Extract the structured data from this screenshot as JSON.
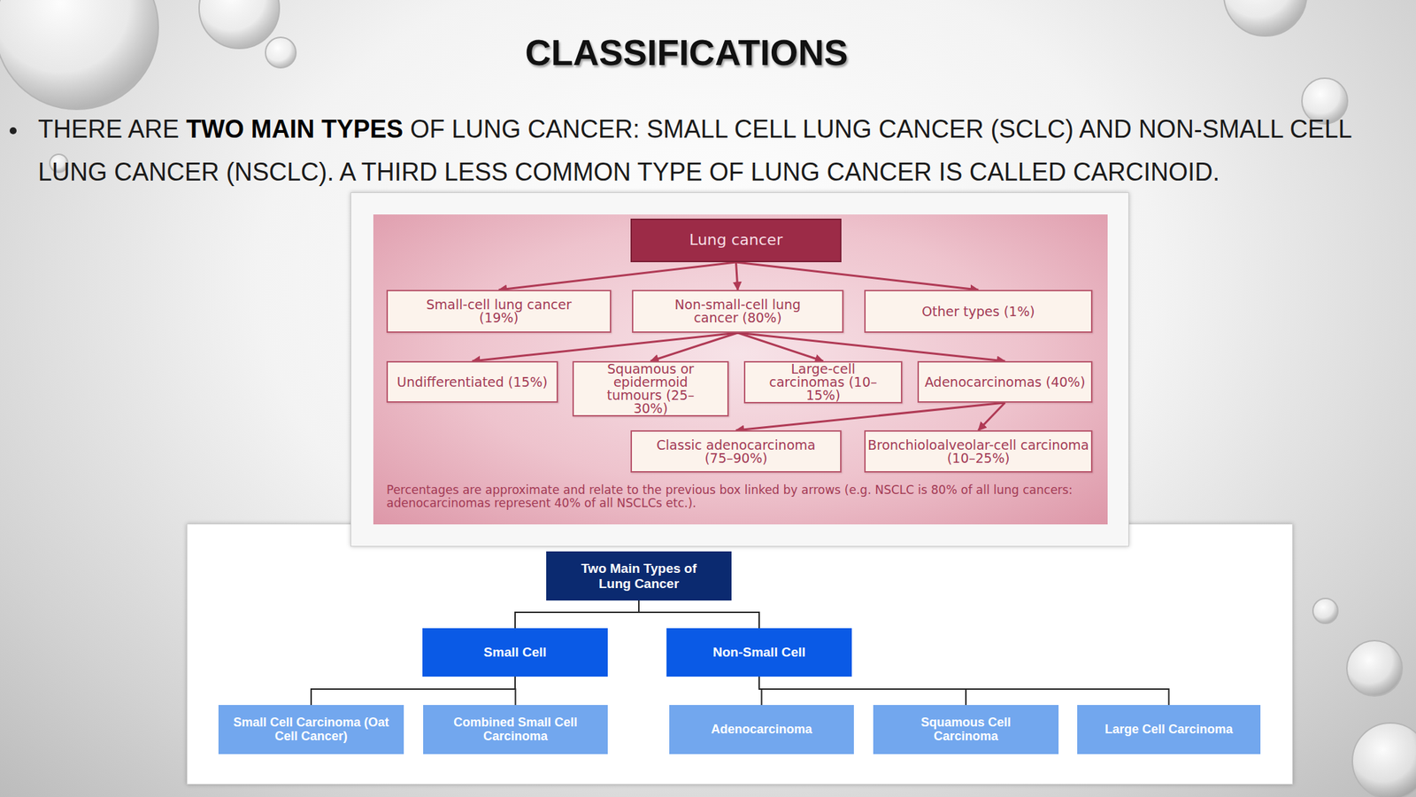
{
  "diagram": {
    "title": "CLASSIFICATIONS",
    "nodes": [
      {
        "text": [
          "Lung cancer"
        ]
      },
      {
        "text": [
          "Small-cell lung cancer (19%)"
        ]
      },
      {
        "text": [
          "Non-small-cell lung cancer (80%)"
        ]
      },
      {
        "text": [
          "Other types (1%)"
        ]
      },
      {
        "text": [
          "Undifferentiated (15%)"
        ]
      },
      {
        "text": [
          "Squamous or epidermoid tumours (25–30%)"
        ]
      },
      {
        "text": [
          "Large-cell carcinomas (10–15%)"
        ]
      },
      {
        "text": [
          "Adenocarcinomas (40%)"
        ]
      },
      {
        "text": [
          "Classic adenocarcinoma (75–90%)"
        ]
      },
      {
        "text": [
          "Bronchioloalveolar-cell carcinoma (10–25%)"
        ]
      },
      {
        "text": [
          "Two Main Types of Lung Cancer"
        ]
      },
      {
        "text": [
          "Small Cell"
        ]
      },
      {
        "text": [
          "Non-Small Cell"
        ]
      },
      {
        "text": [
          "Small Cell Carcinoma (Oat Cell Cancer)"
        ]
      },
      {
        "text": [
          "Combined Small Cell Carcinoma"
        ]
      },
      {
        "text": [
          "Adenocarcinoma"
        ]
      },
      {
        "text": [
          "Squamous Cell Carcinoma"
        ]
      },
      {
        "text": [
          "Large Cell Carcinoma"
        ]
      }
    ],
    "edges": [
      {
        "from": 0,
        "to": 1,
        "arrow": "to"
      },
      {
        "from": 0,
        "to": 2,
        "arrow": "to"
      },
      {
        "from": 0,
        "to": 3,
        "arrow": "to"
      },
      {
        "from": 2,
        "to": 4,
        "arrow": "to"
      },
      {
        "from": 2,
        "to": 5,
        "arrow": "to"
      },
      {
        "from": 2,
        "to": 6,
        "arrow": "to"
      },
      {
        "from": 2,
        "to": 7,
        "arrow": "to"
      },
      {
        "from": 7,
        "to": 8,
        "arrow": "to"
      },
      {
        "from": 7,
        "to": 9,
        "arrow": "to"
      },
      {
        "from": 10,
        "to": 11,
        "arrow": "none"
      },
      {
        "from": 10,
        "to": 12,
        "arrow": "none"
      },
      {
        "from": 11,
        "to": 13,
        "arrow": "none"
      },
      {
        "from": 11,
        "to": 14,
        "arrow": "none"
      },
      {
        "from": 12,
        "to": 15,
        "arrow": "none"
      },
      {
        "from": 12,
        "to": 16,
        "arrow": "none"
      },
      {
        "from": 12,
        "to": 17,
        "arrow": "none"
      }
    ],
    "labels": [
      "THERE ARE",
      "TWO MAIN TYPES",
      "OF LUNG CANCER: SMALL CELL LUNG CANCER (SCLC) AND NON-SMALL CELL LUNG CANCER (NSCLC). A THIRD LESS COMMON TYPE OF LUNG CANCER IS CALLED CARCINOID.",
      "Percentages are approximate and relate to the previous box linked by arrows (e.g. NSCLC is 80% of all lung cancers: adenocarcinomas represent 40% of all NSCLCs etc.)."
    ]
  }
}
